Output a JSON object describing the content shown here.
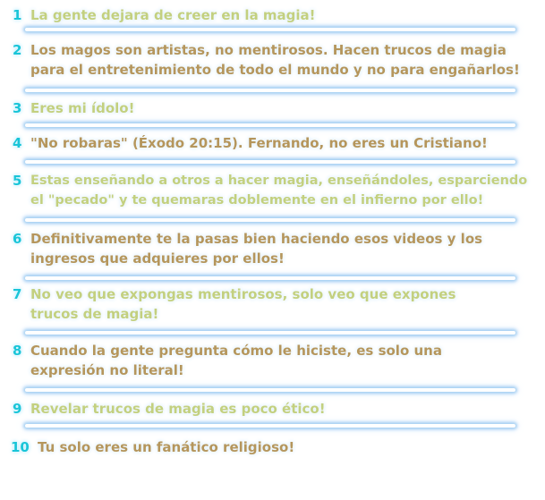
{
  "colors": {
    "number": "#19c5d8",
    "text_gold": "#b5965c",
    "text_green": "#c3d07f",
    "separator_glow": "#9cc8f0"
  },
  "items": [
    {
      "number": "1",
      "color": "#c3d07f",
      "lines": [
        "La gente dejara de creer en la magia!"
      ]
    },
    {
      "number": "2",
      "color": "#b5965c",
      "lines": [
        "Los magos son artistas, no mentirosos. Hacen trucos de magia",
        "para el entretenimiento de todo el mundo y no para engañarlos!"
      ]
    },
    {
      "number": "3",
      "color": "#c3d07f",
      "lines": [
        "Eres mi ídolo!"
      ]
    },
    {
      "number": "4",
      "color": "#b5965c",
      "lines": [
        "\"No robaras\" (Éxodo 20:15). Fernando, no eres un Cristiano!"
      ]
    },
    {
      "number": "5",
      "color": "#c3d07f",
      "lines": [
        "Estas enseñando a otros a hacer magia, enseñándoles, esparciendo",
        "el \"pecado\" y te quemaras doblemente en el infierno por ello!"
      ]
    },
    {
      "number": "6",
      "color": "#b5965c",
      "lines": [
        "Definitivamente te la pasas bien haciendo esos videos y los",
        "ingresos que adquieres por ellos!"
      ]
    },
    {
      "number": "7",
      "color": "#c3d07f",
      "lines": [
        "No veo que expongas mentirosos, solo veo que expones",
        "trucos de magia!"
      ]
    },
    {
      "number": "8",
      "color": "#b5965c",
      "lines": [
        "Cuando la gente pregunta cómo le hiciste, es solo una",
        "expresión no literal!"
      ]
    },
    {
      "number": "9",
      "color": "#c3d07f",
      "lines": [
        "Revelar trucos de magia es poco ético!"
      ]
    },
    {
      "number": "10",
      "color": "#b5965c",
      "lines": [
        "Tu solo eres un fanático religioso!"
      ]
    }
  ]
}
